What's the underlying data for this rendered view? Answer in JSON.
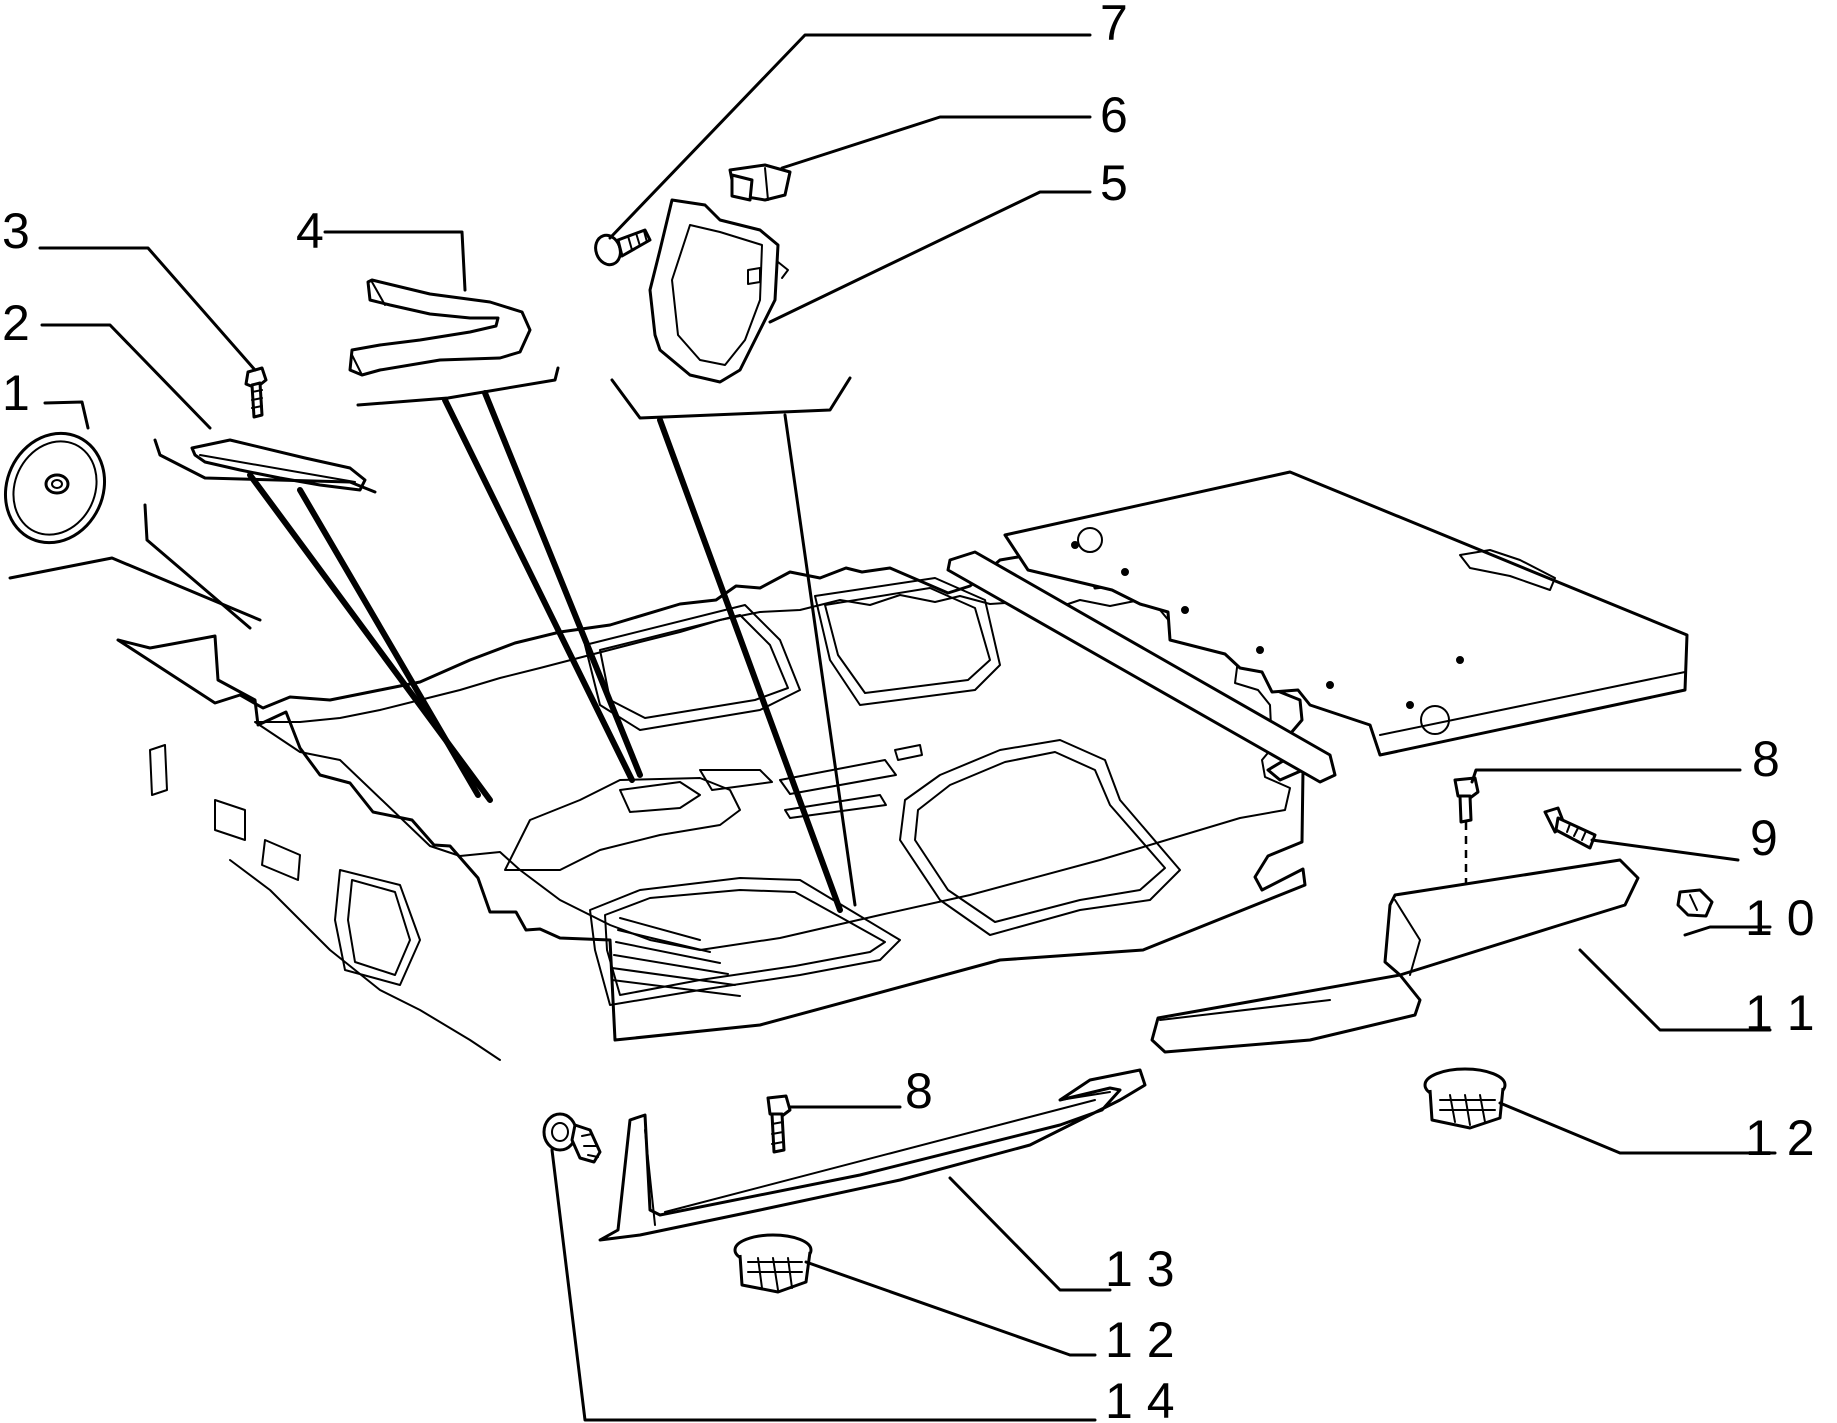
{
  "diagram": {
    "callouts": [
      {
        "id": "c1",
        "text": "1"
      },
      {
        "id": "c2",
        "text": "2"
      },
      {
        "id": "c3",
        "text": "3"
      },
      {
        "id": "c4",
        "text": "4"
      },
      {
        "id": "c5",
        "text": "5"
      },
      {
        "id": "c6",
        "text": "6"
      },
      {
        "id": "c7",
        "text": "7"
      },
      {
        "id": "c8a",
        "text": "8"
      },
      {
        "id": "c8b",
        "text": "8"
      },
      {
        "id": "c9",
        "text": "9"
      },
      {
        "id": "c10",
        "text": "1 0"
      },
      {
        "id": "c11",
        "text": "1 1"
      },
      {
        "id": "c12a",
        "text": "1 2"
      },
      {
        "id": "c12b",
        "text": "1 2"
      },
      {
        "id": "c13",
        "text": "1 3"
      },
      {
        "id": "c14",
        "text": "1 4"
      }
    ]
  }
}
